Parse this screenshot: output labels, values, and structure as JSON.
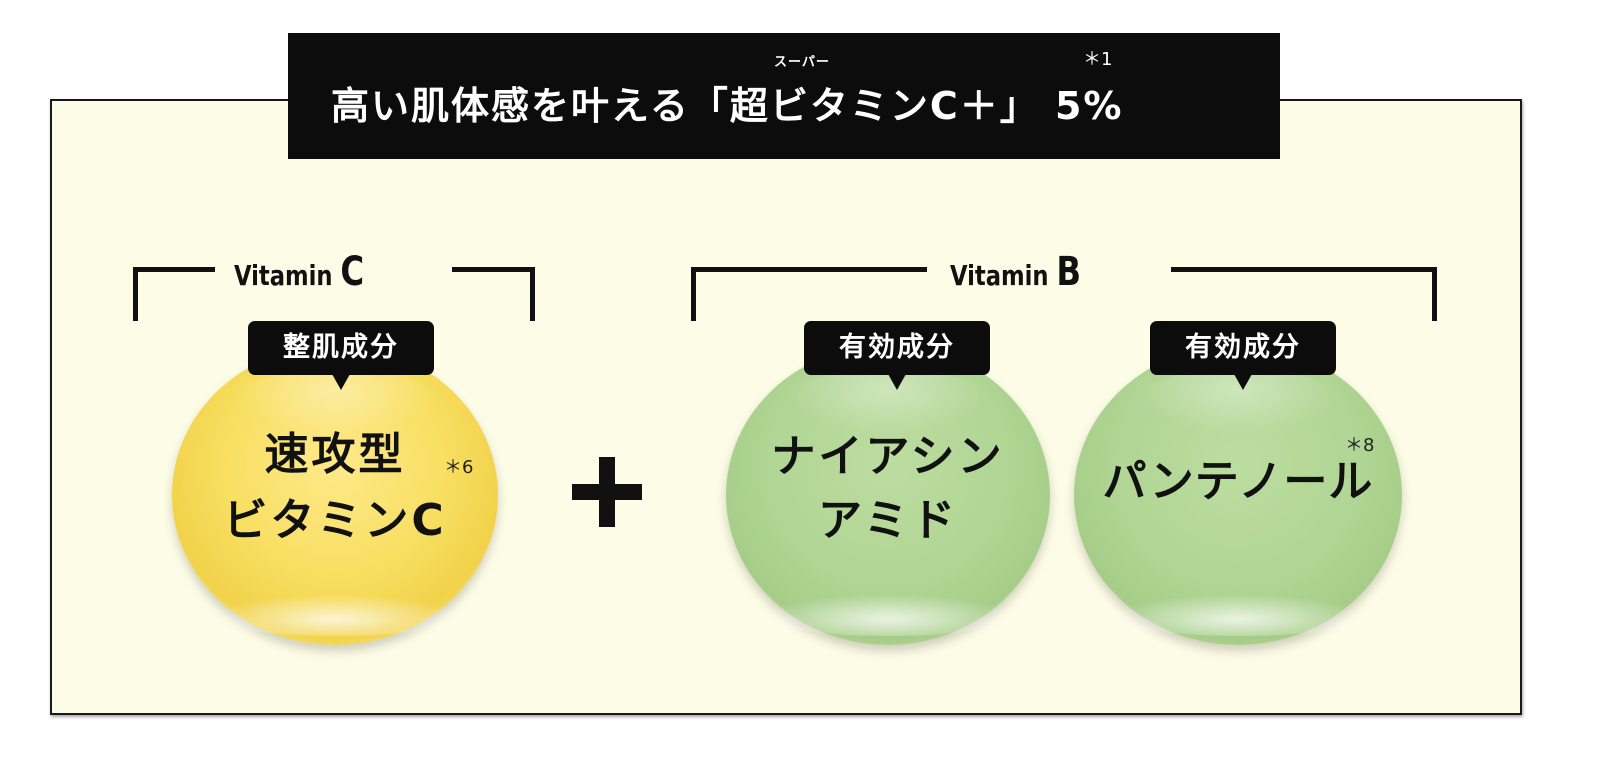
{
  "headline": {
    "text": "高い肌体感を叶える「超ビタミンC＋」 5%",
    "ruby": "スーパー",
    "note": "＊1"
  },
  "groups": [
    {
      "label_prefix": "Vitamin ",
      "label_letter": "C"
    },
    {
      "label_prefix": "Vitamin ",
      "label_letter": "B"
    }
  ],
  "ingredients": [
    {
      "tag": "整肌成分",
      "line1": "速攻型",
      "line2": "ビタミンC",
      "note": "＊6",
      "color": "#f8df62"
    },
    {
      "tag": "有効成分",
      "line1": "ナイアシン",
      "line2": "アミド",
      "note": "",
      "color": "#b0d594"
    },
    {
      "tag": "有効成分",
      "line1": "パンテノール",
      "line2": "",
      "note": "＊8",
      "color": "#b0d594"
    }
  ],
  "colors": {
    "panel_background": "#fdfce6",
    "header_background": "#0c0c0c",
    "vitamin_c_ball": "#f8df62",
    "vitamin_b_ball": "#b0d594"
  }
}
